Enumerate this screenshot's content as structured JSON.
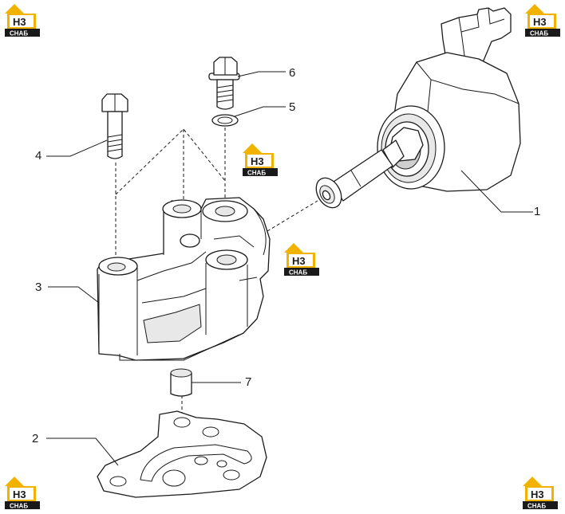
{
  "watermark": {
    "brand_primary": "#f2b200",
    "brand_dark": "#1a1a1a",
    "logo_text": "H3",
    "logo_sub": "CHAБ"
  },
  "callouts": {
    "part_1": "1",
    "part_2": "2",
    "part_3": "3",
    "part_4": "4",
    "part_5": "5",
    "part_6": "6",
    "part_7": "7"
  }
}
